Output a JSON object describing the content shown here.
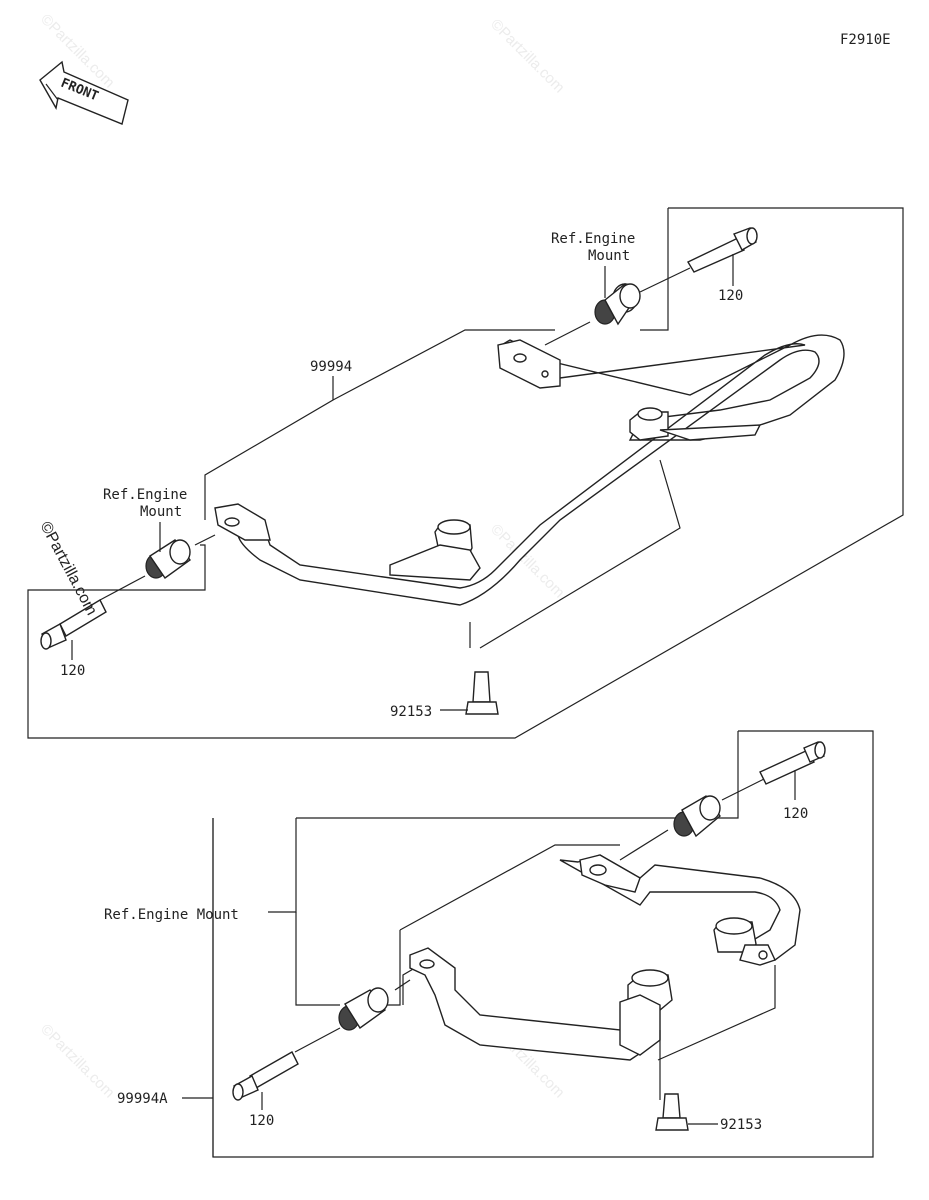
{
  "figure_code": "F2910E",
  "front_label": "FRONT",
  "watermark": "©Partzilla.com",
  "upper": {
    "ref_engine_mount_top": [
      "Ref.Engine",
      "Mount"
    ],
    "ref_engine_mount_left": [
      "Ref.Engine",
      "Mount"
    ],
    "assembly_number": "99994",
    "bolt_top": "120",
    "bolt_left": "120",
    "small_bolt": "92153"
  },
  "lower": {
    "ref_engine_mount": "Ref.Engine Mount",
    "assembly_number": "99994A",
    "bolt_top": "120",
    "bolt_left": "120",
    "small_bolt": "92153"
  }
}
